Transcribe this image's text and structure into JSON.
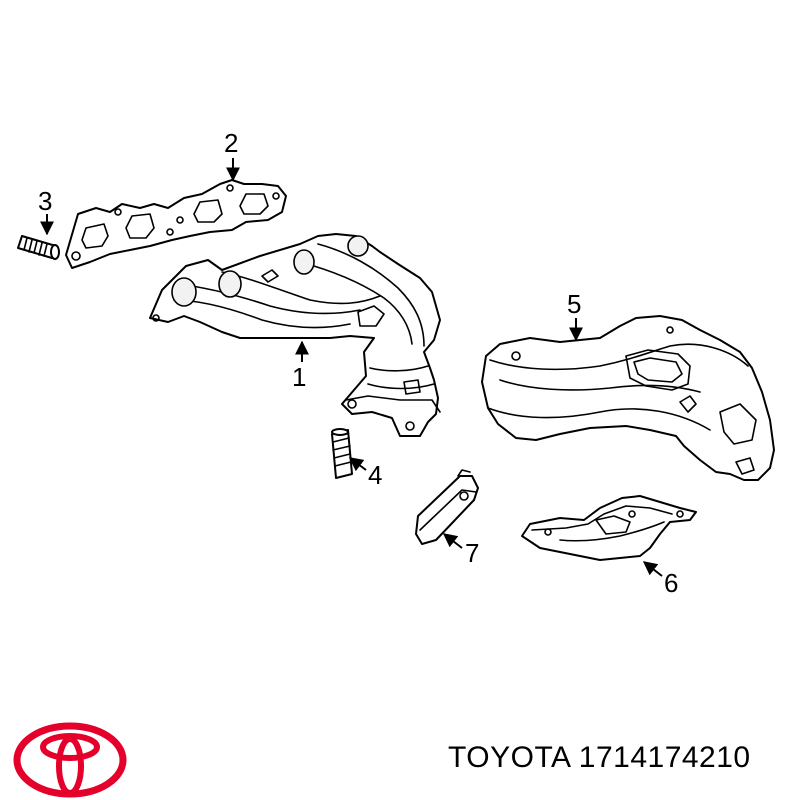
{
  "callouts": [
    {
      "id": "1",
      "label": "1"
    },
    {
      "id": "2",
      "label": "2"
    },
    {
      "id": "3",
      "label": "3"
    },
    {
      "id": "4",
      "label": "4"
    },
    {
      "id": "5",
      "label": "5"
    },
    {
      "id": "6",
      "label": "6"
    },
    {
      "id": "7",
      "label": "7"
    }
  ],
  "footer": {
    "brand": "TOYOTA",
    "part_number": "1714174210"
  },
  "colors": {
    "logo": "#e4002b",
    "line": "#000000",
    "background": "#ffffff"
  }
}
